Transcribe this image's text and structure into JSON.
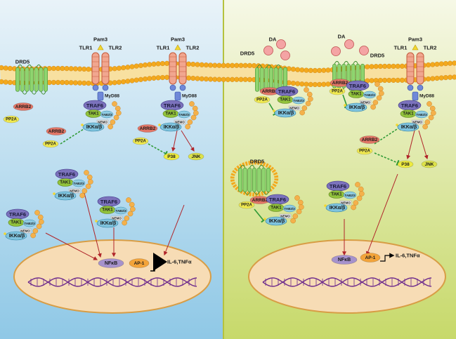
{
  "colors": {
    "left_panel_top": "#e9f3f9",
    "left_panel_bottom": "#8fc8e6",
    "right_panel_top": "#f6f8e6",
    "right_panel_bottom": "#c7d96a",
    "divider": "#b5c23e",
    "membrane_head": "#f3a91d",
    "membrane_head_stroke": "#c8801a",
    "membrane_core": "#f8e0a0",
    "receptor_green": "#8fd46f",
    "tlr_salmon": "#f1a68f",
    "tlr_stroke": "#c35a3a",
    "myd88": "#6f88d8",
    "traf6": "#7b72bc",
    "tak1": "#92c33b",
    "tab": "#8fcbe2",
    "ikk": "#7fc4df",
    "nemo": "#e5e5e5",
    "tail": "#f4b14b",
    "arrb2": "#e27666",
    "pp2a": "#f1ea50",
    "p38": "#edea3f",
    "jnk": "#dde24a",
    "nfkb": "#a692cc",
    "ap1": "#f3a43a",
    "nucleus_fill": "#f7dcb5",
    "nucleus_stroke": "#d89d45",
    "dna": "#6d2a8c",
    "arrow_red": "#b0252a",
    "inhibit_green": "#2f9a36",
    "da_ball": "#f4a4a4",
    "da_stroke": "#c05050",
    "pam3": "#f2d730"
  },
  "labels": {
    "drd5": "DRD5",
    "arrb2": "ARRB2",
    "pp2a": "PP2A",
    "pam3": "Pam3",
    "tlr1": "TLR1",
    "tlr2": "TLR2",
    "myd88": "MyD88",
    "traf6": "TRAF6",
    "tak1": "TAK1",
    "tab23": "TAB2/3",
    "nemo": "NEMO",
    "ikk": "IKKα/β",
    "p38": "P38",
    "jnk": "JNK",
    "nfkb": "NFκB",
    "ap1": "AP-1",
    "cytokines": "IL-6,TNFα",
    "da": "DA"
  }
}
